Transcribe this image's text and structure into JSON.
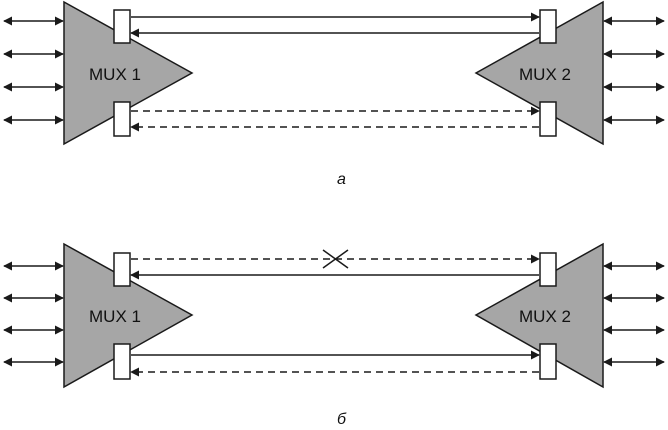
{
  "colors": {
    "mux_fill": "#a6a6a6",
    "stroke": "#1a1a1a",
    "port_fill": "#ffffff",
    "background": "#ffffff"
  },
  "panels": [
    {
      "caption": "а",
      "mux_left": "MUX 1",
      "mux_right": "MUX 2",
      "links": [
        {
          "kind": "working",
          "style": "solid",
          "directions": [
            "right",
            "left"
          ],
          "break": false
        },
        {
          "kind": "protection",
          "style": "dashed",
          "directions": [
            "right",
            "left"
          ],
          "break": false
        }
      ]
    },
    {
      "caption": "б",
      "mux_left": "MUX 1",
      "mux_right": "MUX 2",
      "links": [
        {
          "kind": "working",
          "style": "mixed",
          "directions": [
            "right-dashed",
            "left-solid"
          ],
          "break": true
        },
        {
          "kind": "protection",
          "style": "mixed",
          "directions": [
            "right-solid",
            "left-dashed"
          ],
          "break": false
        }
      ]
    }
  ],
  "tributary_arrows_per_side": 4,
  "icons": [
    "bidirectional-arrow-icon",
    "break-cross-icon"
  ]
}
